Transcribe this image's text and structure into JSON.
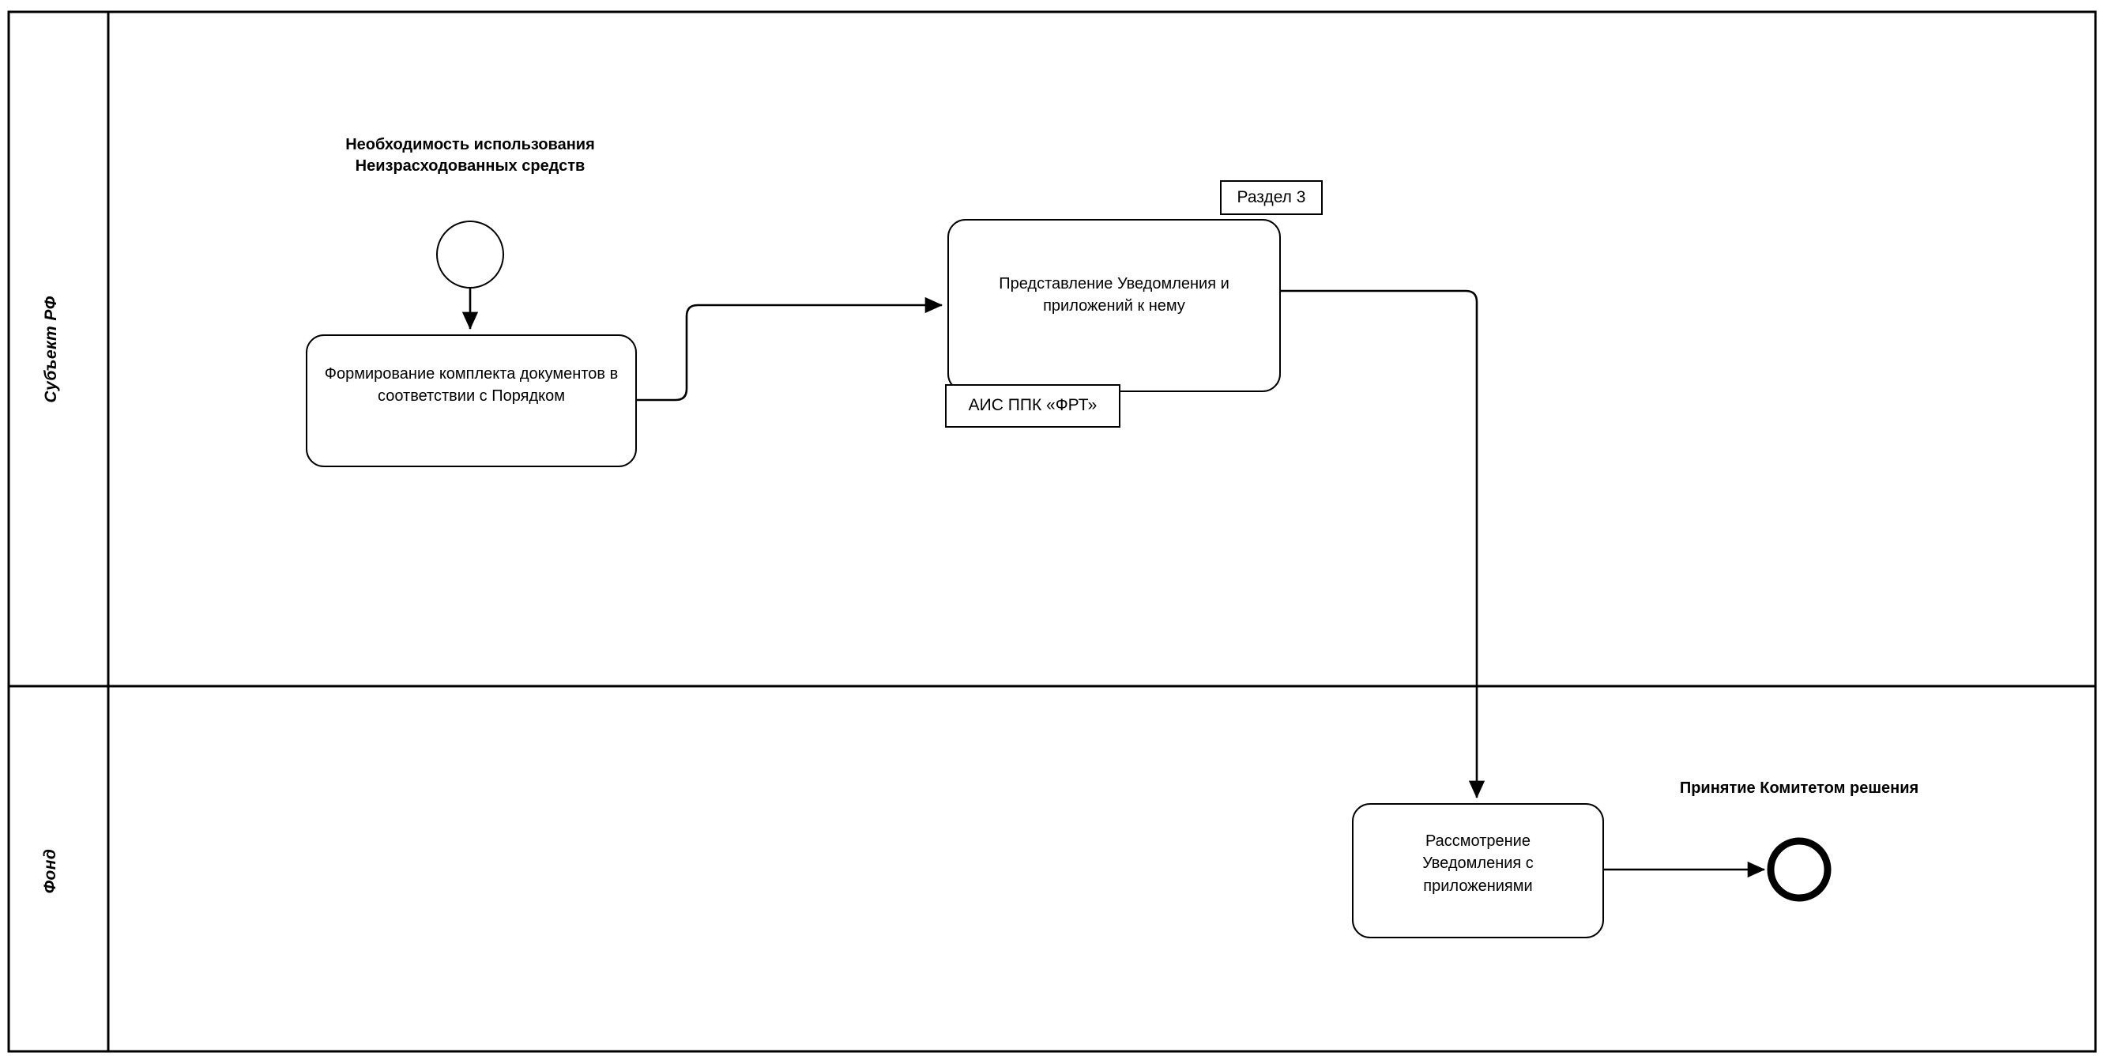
{
  "diagram": {
    "type": "bpmn-process-diagram",
    "background_color": "#ffffff",
    "stroke_color": "#000000"
  },
  "pool": {
    "lanes": [
      {
        "id": "lane-subject",
        "label": "Субъект РФ"
      },
      {
        "id": "lane-fund",
        "label": "Фонд"
      }
    ]
  },
  "events": {
    "start": {
      "name": "start-event",
      "label": "Необходимость использования\nНеизрасходованных средств"
    },
    "end": {
      "name": "end-event",
      "label": "Принятие Комитетом  решения"
    }
  },
  "tasks": [
    {
      "id": "task-form-documents",
      "lane": "lane-subject",
      "label": "Формирование комплекта документов в соответствии с Порядком"
    },
    {
      "id": "task-submit-notification",
      "lane": "lane-subject",
      "label": "Представление Уведомления и приложений к нему"
    },
    {
      "id": "task-review-notification",
      "lane": "lane-fund",
      "label": "Рассмотрение Уведомления с приложениями"
    }
  ],
  "annotations": [
    {
      "id": "annotation-section",
      "label": "Раздел 3",
      "attached_to": "task-submit-notification"
    },
    {
      "id": "annotation-system",
      "label": "АИС ППК «ФРТ»",
      "attached_to": "task-submit-notification"
    }
  ],
  "flows": [
    {
      "id": "flow-start-to-form",
      "from": "start-event",
      "to": "task-form-documents"
    },
    {
      "id": "flow-form-to-submit",
      "from": "task-form-documents",
      "to": "task-submit-notification"
    },
    {
      "id": "flow-submit-to-review",
      "from": "task-submit-notification",
      "to": "task-review-notification"
    },
    {
      "id": "flow-review-to-end",
      "from": "task-review-notification",
      "to": "end-event"
    }
  ]
}
